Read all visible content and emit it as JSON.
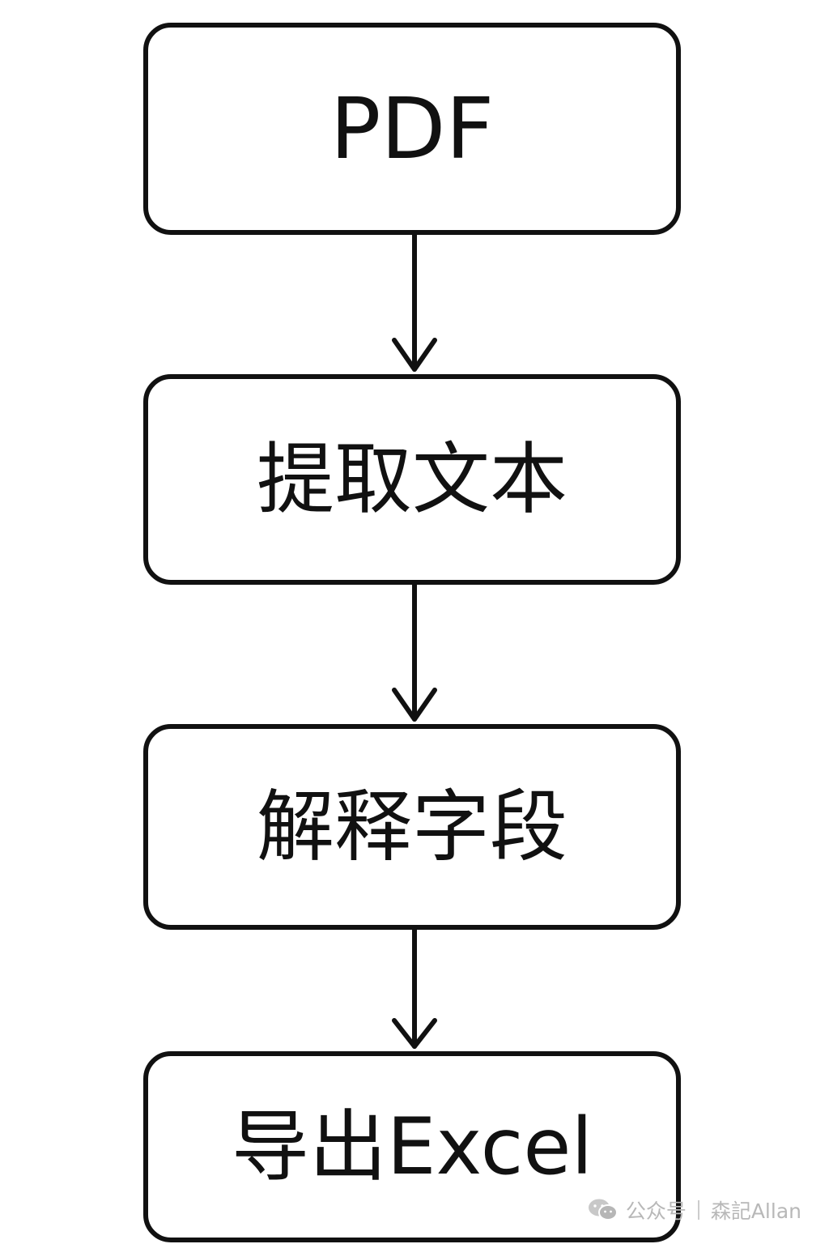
{
  "flowchart": {
    "steps": [
      {
        "label": "PDF"
      },
      {
        "label": "提取文本"
      },
      {
        "label": "解释字段"
      },
      {
        "label": "导出Excel"
      }
    ],
    "colors": {
      "stroke": "#111111",
      "background": "#ffffff",
      "watermark": "#b8b8b8"
    }
  },
  "watermark": {
    "icon": "wechat-icon",
    "source": "公众号",
    "author": "森記Allan"
  }
}
